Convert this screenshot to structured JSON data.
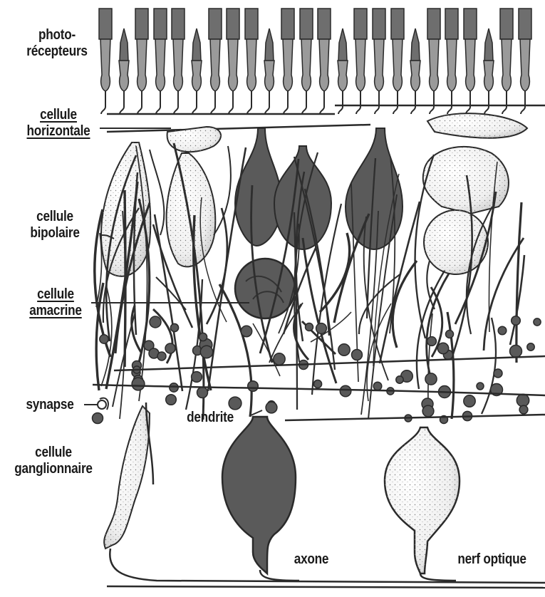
{
  "labels": {
    "photorecepteurs": [
      "photo-",
      "récepteurs"
    ],
    "horizontale": [
      "cellule",
      "horizontale"
    ],
    "bipolaire": [
      "cellule",
      "bipolaire"
    ],
    "amacrine": [
      "cellule",
      "amacrine"
    ],
    "synapse": "synapse",
    "ganglionnaire": [
      "cellule",
      "ganglionnaire"
    ],
    "dendrite": "dendrite",
    "axone": "axone",
    "nerf": "nerf optique"
  },
  "colors": {
    "ink": "#2a2a2a",
    "dark_cell": "#595959",
    "receptor_fill": "#6e6e6e",
    "stipple": "#8a8a8a",
    "paper": "#ffffff"
  }
}
